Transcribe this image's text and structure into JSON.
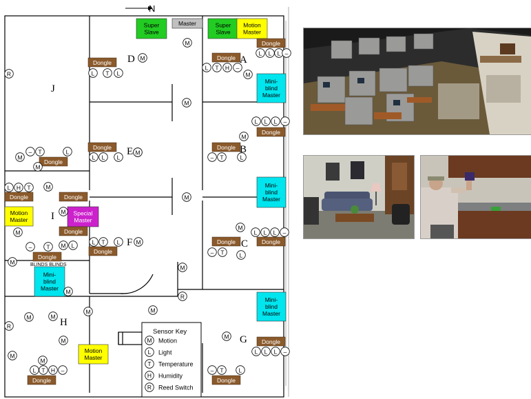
{
  "compass": {
    "label": "N"
  },
  "rooms": {
    "a": "A",
    "b": "B",
    "c": "C",
    "d": "D",
    "e": "E",
    "f": "F",
    "g": "G",
    "h": "H",
    "i": "I",
    "j": "J"
  },
  "blinds_label": "BLINDS BLINDS",
  "devices": [
    {
      "label": "Master",
      "fill": "#c0c0c0",
      "lines": [
        "Master"
      ]
    },
    {
      "label": "Super Slave",
      "fill": "#22cc22",
      "lines": [
        "Super",
        "Slave"
      ]
    },
    {
      "label": "Super Slave",
      "fill": "#22cc22",
      "lines": [
        "Super",
        "Slave"
      ]
    },
    {
      "label": "Motion Master",
      "fill": "#ffff00",
      "lines": [
        "Motion",
        "Master"
      ]
    },
    {
      "label": "Motion Master",
      "fill": "#ffff00",
      "lines": [
        "Motion",
        "Master"
      ]
    },
    {
      "label": "Motion Master",
      "fill": "#ffff00",
      "lines": [
        "Motion",
        "Master"
      ]
    },
    {
      "label": "Special Master",
      "fill": "#cc22cc",
      "lines": [
        "Special",
        "Master"
      ]
    },
    {
      "label": "Mini-blind Master",
      "fill": "#00e5ee",
      "lines": [
        "Mini-",
        "blind",
        "Master"
      ]
    },
    {
      "label": "Mini-blind Master",
      "fill": "#00e5ee",
      "lines": [
        "Mini-",
        "blind",
        "Master"
      ]
    },
    {
      "label": "Mini-blind Master",
      "fill": "#00e5ee",
      "lines": [
        "Mini-",
        "blind",
        "Master"
      ]
    },
    {
      "label": "Mini-blind Master",
      "fill": "#00e5ee",
      "lines": [
        "Mini-",
        "blind",
        "Master"
      ]
    }
  ],
  "dongle_label": "Dongle",
  "sensor_key": {
    "title": "Sensor Key",
    "items": [
      {
        "symbol": "M",
        "label": "Motion"
      },
      {
        "symbol": "L",
        "label": "Light"
      },
      {
        "symbol": "T",
        "label": "Temperature"
      },
      {
        "symbol": "H",
        "label": "Humidity"
      },
      {
        "symbol": "R",
        "label": "Reed Switch"
      }
    ]
  },
  "colors": {
    "dongle": "#8b5a2b",
    "wall": "#000000",
    "master": "#c0c0c0",
    "super_slave": "#22cc22",
    "motion_master": "#ffff00",
    "mini_blind": "#00e5ee",
    "special_master": "#cc22cc"
  }
}
